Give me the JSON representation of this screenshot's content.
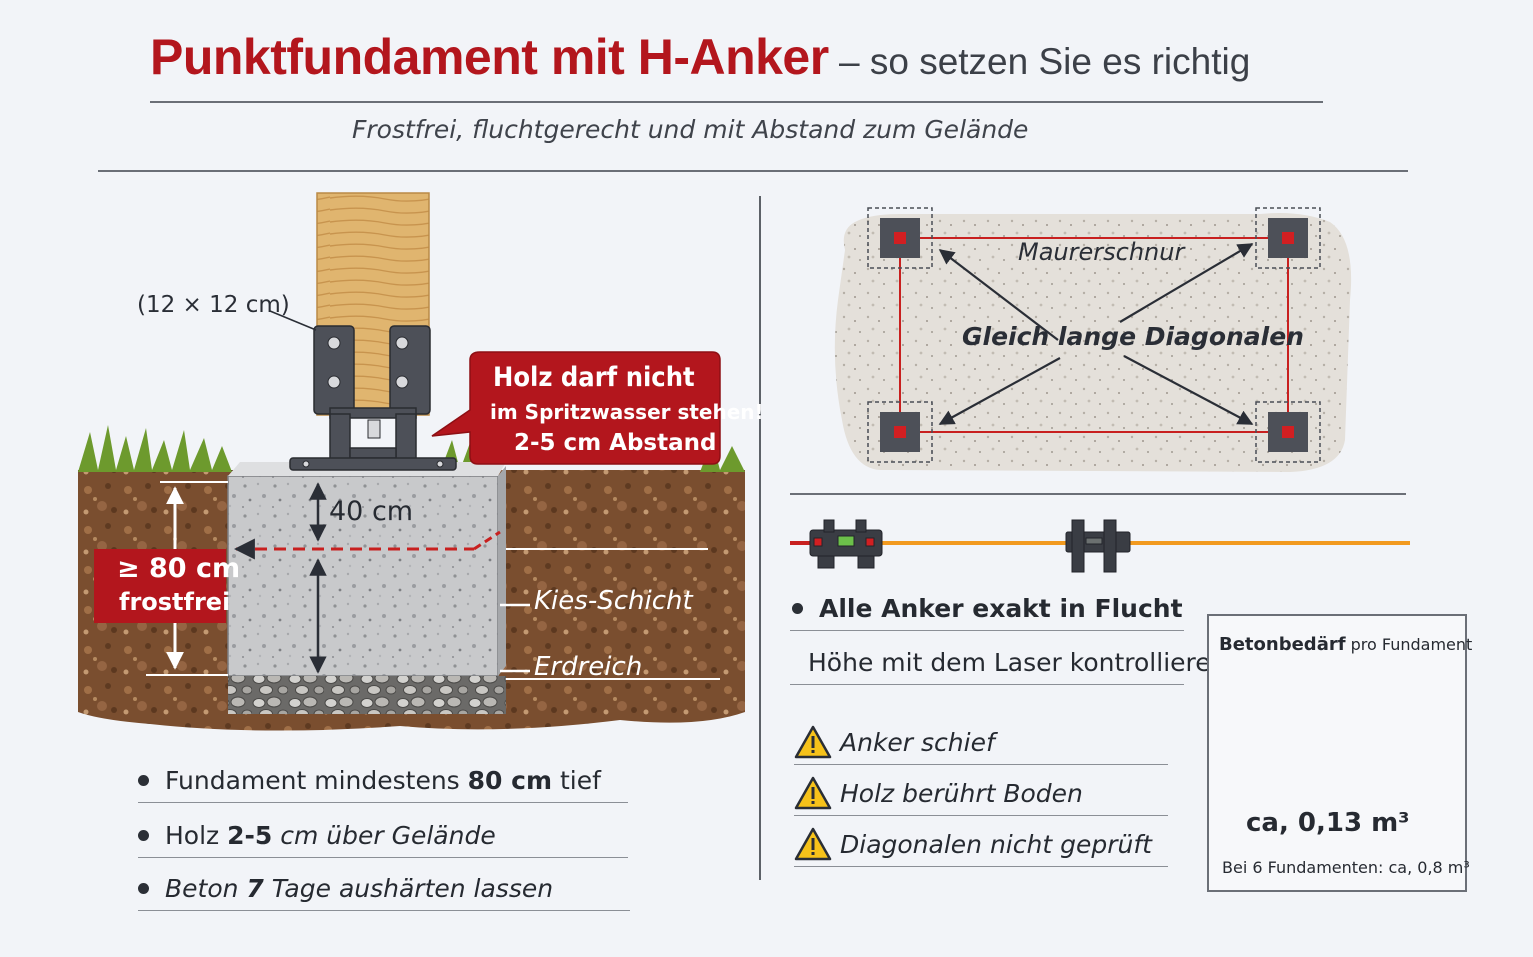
{
  "title": {
    "main": "Punktfundament mit H-Anker",
    "sub": " – so setzen Sie es richtig",
    "subtitle": "Frostfrei, fluchtgerecht und mit Abstand zum Gelände"
  },
  "cross_section": {
    "post_size": "(12 × 12 cm)",
    "callout": {
      "line1": "Holz darf nicht",
      "line2": "im Spritzwasser stehen!",
      "line3": "2-5 cm Abstand"
    },
    "dim_40": "40 cm",
    "dim_80_line1": "≥ 80 cm",
    "dim_80_line2": "frostfrei",
    "kies": "Kies-Schicht",
    "erdreich": "Erdreich"
  },
  "layout_plan": {
    "string_label": "Maurerschnur",
    "diagonal_label": "Gleich lange Diagonalen"
  },
  "left_bullets": [
    {
      "pre": "Fundament mindestens ",
      "bold": "80 cm",
      "post": " tief"
    },
    {
      "pre": "Holz ",
      "bold": "2-5",
      "post": " cm über Gelände"
    },
    {
      "pre": "Beton ",
      "bold": "7",
      "post": " Tage aushärten lassen"
    }
  ],
  "right_bullets": [
    "Alle Anker exakt in Flucht",
    "Höhe mit dem Laser kontrollieren"
  ],
  "warnings": [
    "Anker schief",
    "Holz berührt Boden",
    "Diagonalen nicht geprüft"
  ],
  "concrete": {
    "title_bold": "Betonbedärf",
    "title_rest": " pro Fundament",
    "volume": "ca, 0,13 m³",
    "total": "Bei 6 Fundamenten: ca, 0,8 m³"
  },
  "colors": {
    "accent_red": "#b3161d",
    "laser_orange": "#f29a1f",
    "string_red": "#c8201f"
  }
}
